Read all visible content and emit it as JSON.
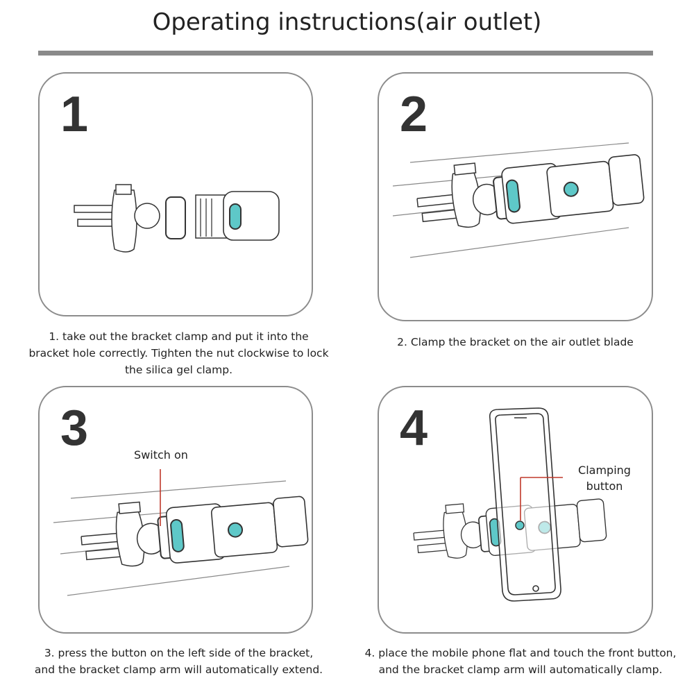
{
  "title": "Operating instructions(air outlet)",
  "accent_color": "#5ec8c8",
  "callout_color": "#c0392b",
  "steps": [
    {
      "number": "1",
      "caption": [
        "1. take out the bracket clamp and put it into the",
        "bracket hole correctly. Tighten the nut clockwise to lock",
        "the silica gel clamp."
      ]
    },
    {
      "number": "2",
      "caption": [
        "2. Clamp the bracket on the air outlet blade"
      ]
    },
    {
      "number": "3",
      "caption": [
        "3. press the button on the left side of the bracket,",
        "and the bracket clamp arm will automatically extend."
      ],
      "label": "Switch on"
    },
    {
      "number": "4",
      "caption": [
        "4. place the mobile phone flat and touch the front button,",
        "and the bracket clamp arm will automatically clamp."
      ],
      "label": [
        "Clamping",
        "button"
      ]
    }
  ]
}
